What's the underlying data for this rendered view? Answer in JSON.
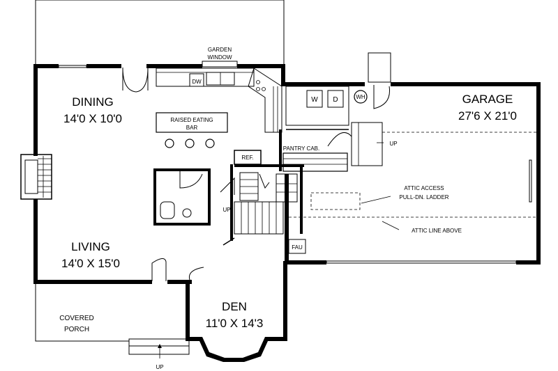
{
  "rooms": {
    "dining": {
      "name": "DINING",
      "size": "14'0 X 10'0"
    },
    "living": {
      "name": "LIVING",
      "size": "14'0 X 15'0"
    },
    "den": {
      "name": "DEN",
      "size": "11'0 X 14'3"
    },
    "garage": {
      "name": "GARAGE",
      "size": "27'6 X 21'0"
    },
    "porch": {
      "line1": "COVERED",
      "line2": "PORCH"
    }
  },
  "labels": {
    "garden_window_1": "GARDEN",
    "garden_window_2": "WINDOW",
    "dw": "DW",
    "raised_bar_1": "RAISED EATING",
    "raised_bar_2": "BAR",
    "washer": "W",
    "dryer": "D",
    "water_heater": "WH",
    "pantry": "PANTRY CAB.",
    "ref": "REF.",
    "up_garage": "UP",
    "up_stair": "UP",
    "up_porch": "UP",
    "attic_access_1": "ATTIC ACCESS",
    "attic_access_2": "PULL-DN. LADDER",
    "attic_line": "ATTIC LINE ABOVE",
    "fau": "FAU"
  }
}
